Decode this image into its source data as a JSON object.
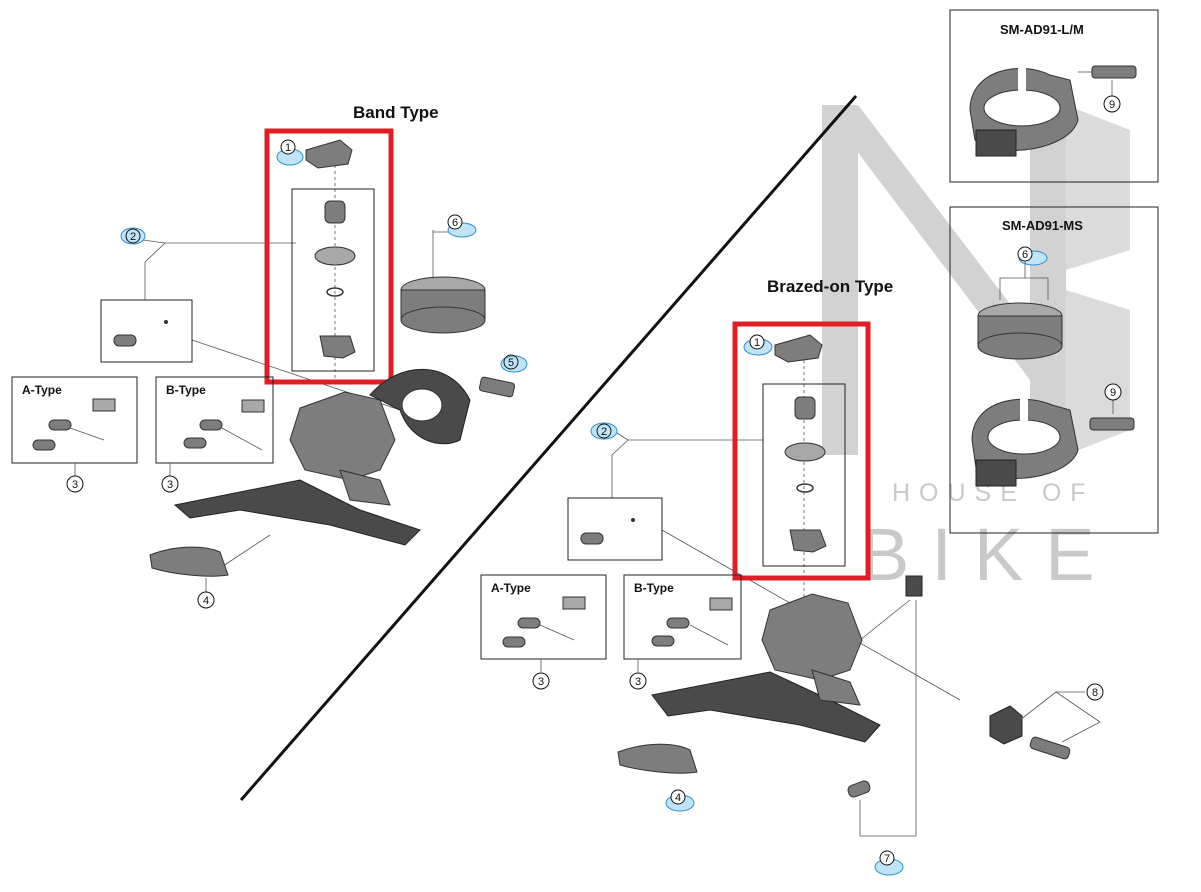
{
  "titles": {
    "band": "Band Type",
    "brazed": "Brazed-on Type",
    "adapter_lm": "SM-AD91-L/M",
    "adapter_ms": "SM-AD91-MS"
  },
  "sublabels": {
    "a_type": "A-Type",
    "b_type": "B-Type"
  },
  "watermark": {
    "house_of": "HOUSE OF",
    "bike": "BIKE"
  },
  "callouts": [
    "1",
    "2",
    "3",
    "4",
    "5",
    "6",
    "7",
    "8",
    "9"
  ],
  "colors": {
    "highlight": "#e01e26",
    "callout_blue": "#bfe3f7",
    "watermark": "#c9c9c9"
  }
}
